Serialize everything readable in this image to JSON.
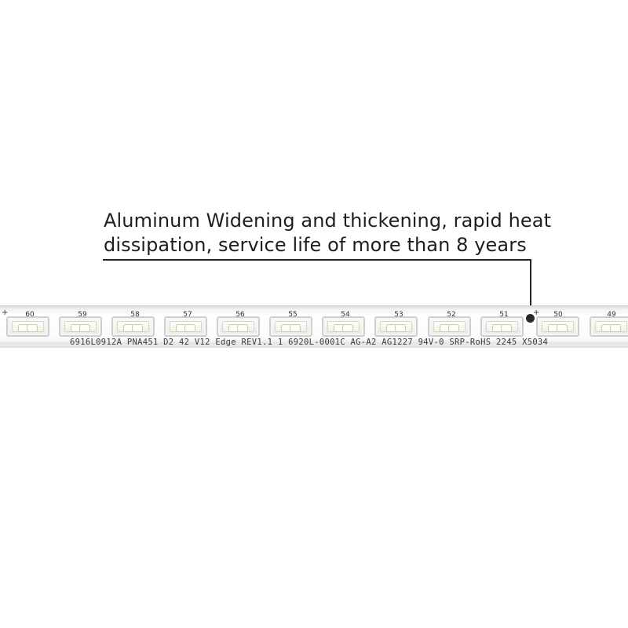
{
  "callout": {
    "line1": "Aluminum Widening and thickening, rapid heat",
    "line2": "dissipation, service life of more than 8 years"
  },
  "strip": {
    "led_numbers": [
      "60",
      "59",
      "58",
      "57",
      "56",
      "55",
      "54",
      "53",
      "52",
      "51",
      "50",
      "49"
    ],
    "plus_marks": [
      "+",
      "+"
    ],
    "pcb_text": "6916L0912A PNA451 D2 42 V12 Edge REV1.1 1 6920L-0001C AG-A2 AG1227 94V-0 SRP-RoHS 2245 X5034"
  },
  "colors": {
    "background": "#ffffff",
    "strip": "#f5f5f5",
    "led": "#f3f1e3",
    "text": "#1e1e1e"
  }
}
